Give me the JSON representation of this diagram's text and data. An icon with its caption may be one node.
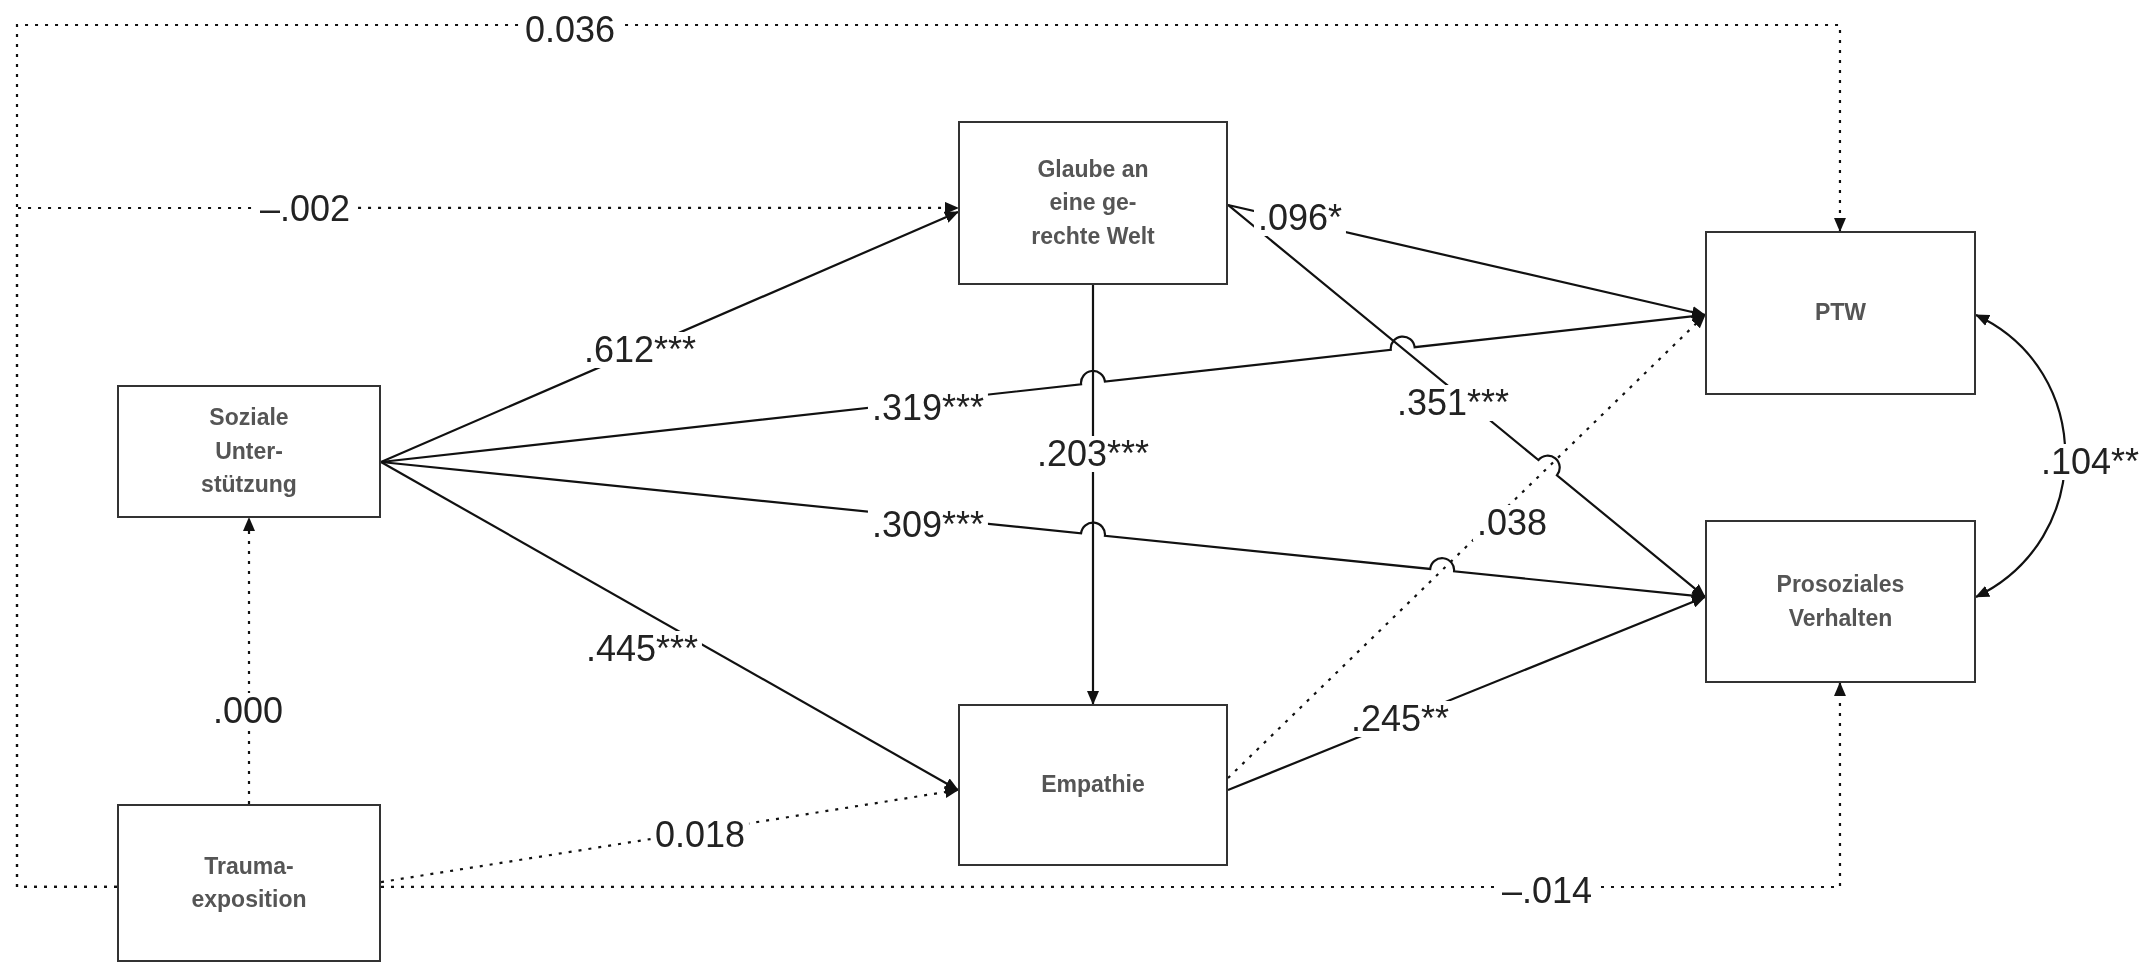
{
  "diagram": {
    "nodes": [
      {
        "text": [
          "Soziale Unter- stützung"
        ]
      },
      {
        "text": [
          "Glaube an eine ge- rechte Welt"
        ]
      },
      {
        "text": [
          "Empathie"
        ]
      },
      {
        "text": [
          "PTW"
        ]
      },
      {
        "text": [
          "Prosoziales Verhalten"
        ]
      },
      {
        "text": [
          "Trauma- exposition"
        ]
      }
    ],
    "edges": [
      {
        "from": 0,
        "to": 1,
        "arrow": "to",
        "label": ".612***"
      },
      {
        "from": 0,
        "to": 3,
        "arrow": "to",
        "label": ".319***"
      },
      {
        "from": 0,
        "to": 4,
        "arrow": "to",
        "label": ".309***"
      },
      {
        "from": 0,
        "to": 2,
        "arrow": "to",
        "label": ".445***"
      },
      {
        "from": 1,
        "to": 2,
        "arrow": "to",
        "label": ".203***"
      },
      {
        "from": 1,
        "to": 3,
        "arrow": "to",
        "label": ".096*"
      },
      {
        "from": 1,
        "to": 4,
        "arrow": "to",
        "label": ".351***"
      },
      {
        "from": 2,
        "to": 4,
        "arrow": "to",
        "label": ".245**"
      },
      {
        "from": 2,
        "to": 3,
        "arrow": "to",
        "label": ".038",
        "style": "dashed"
      },
      {
        "from": 5,
        "to": 0,
        "arrow": "to",
        "label": ".000",
        "style": "dashed"
      },
      {
        "from": 5,
        "to": 2,
        "arrow": "to",
        "label": "0.018",
        "style": "dashed"
      },
      {
        "from": 5,
        "to": 3,
        "arrow": "to",
        "label": "0.036",
        "style": "dashed"
      },
      {
        "from": 5,
        "to": 1,
        "arrow": "to",
        "label": "–.002",
        "style": "dashed"
      },
      {
        "from": 5,
        "to": 4,
        "arrow": "to",
        "label": "–.014",
        "style": "dashed"
      },
      {
        "from": 3,
        "to": 4,
        "arrow": "both",
        "label": ".104**"
      }
    ]
  }
}
